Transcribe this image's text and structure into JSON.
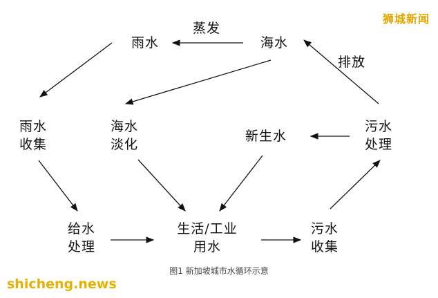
{
  "nodes": {
    "rain": [
      "雨水"
    ],
    "sea": [
      "海水"
    ],
    "rain_collect": [
      "雨水",
      "收集"
    ],
    "desal": [
      "海水",
      "淡化"
    ],
    "newater": [
      "新生水"
    ],
    "sewage_treat": [
      "污水",
      "处理"
    ],
    "supply_treat": [
      "给水",
      "处理"
    ],
    "domestic": [
      "生活/工业",
      "用水"
    ],
    "sewage_collect": [
      "污水",
      "收集"
    ]
  },
  "edge_labels": {
    "evaporation": "蒸发",
    "discharge": "排放"
  },
  "caption": "图1 新加坡城市水循环示意",
  "watermarks": {
    "top": "狮城新闻",
    "bottom": "shicheng.news"
  }
}
